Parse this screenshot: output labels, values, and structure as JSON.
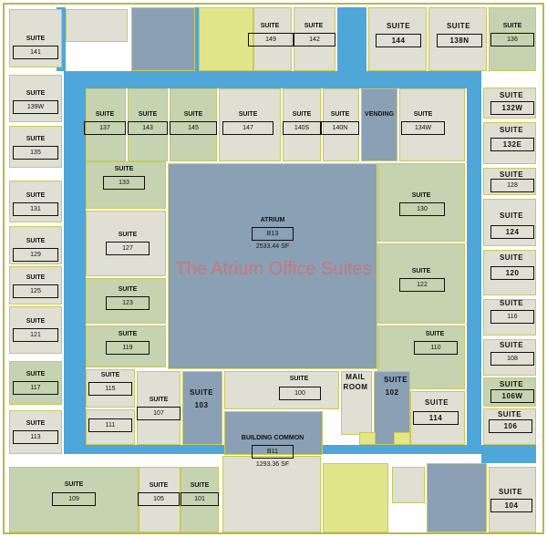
{
  "colors": {
    "corridor": "#4fa6d8",
    "suite_green": "#c5d3b0",
    "suite_light": "#dfdfd3",
    "common_blue_gray": "#8aa0b4",
    "utility_yellow": "#e3e58a",
    "watermark": "#c8787a"
  },
  "watermark": "The Atrium Office Suites",
  "word": {
    "suite": "SUITE"
  },
  "atrium": {
    "title": "ATRIUM",
    "number": "B13",
    "area": "2533.44 SF"
  },
  "building_common": {
    "title": "BUILDING COMMON",
    "number": "B11",
    "area": "1293.36 SF"
  },
  "mail_room": {
    "line1": "MAIL",
    "line2": "ROOM"
  },
  "vending": "VENDING",
  "suites": {
    "s141": "141",
    "s139w": "139W",
    "s135": "135",
    "s131": "131",
    "s129": "129",
    "s125": "125",
    "s121": "121",
    "s117": "117",
    "s113": "113",
    "s109": "109",
    "s105": "105",
    "s101": "101",
    "s103": "103",
    "s102": "102",
    "s104": "104",
    "s106": "106",
    "s106w": "106W",
    "s108": "108",
    "s116": "116",
    "s120": "120",
    "s124": "124",
    "s128": "128",
    "s132e": "132E",
    "s132w": "132W",
    "s136": "136",
    "s138n": "138N",
    "s144": "144",
    "s142": "142",
    "s149": "149",
    "s137": "137",
    "s143": "143",
    "s145": "145",
    "s147": "147",
    "s140s": "140S",
    "s140n": "140N",
    "s134w": "134W",
    "s133": "133",
    "s127": "127",
    "s123": "123",
    "s119": "119",
    "s115": "115",
    "s111": "111",
    "s107": "107",
    "s100": "100",
    "s130": "130",
    "s122": "122",
    "s110": "110",
    "s114": "114"
  }
}
